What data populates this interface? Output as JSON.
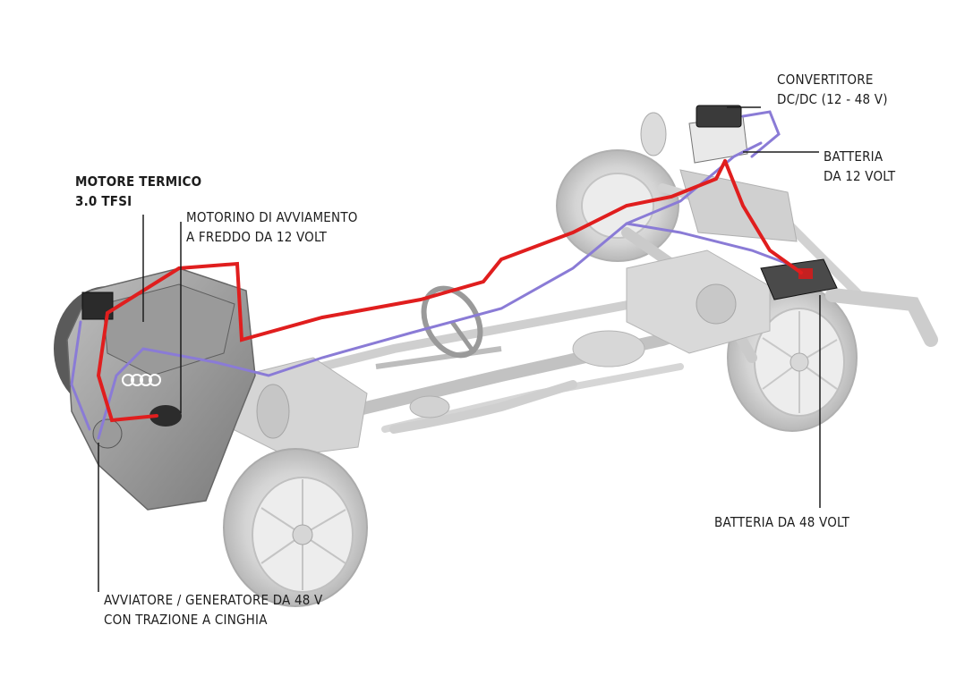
{
  "labels": {
    "engine": {
      "line1": "MOTORE TERMICO",
      "line2": "3.0 TFSI"
    },
    "starter": {
      "line1": "MOTORINO DI AVVIAMENTO",
      "line2": "A FREDDO DA 12 VOLT"
    },
    "converter": {
      "line1": "CONVERTITORE",
      "line2": "DC/DC (12 - 48 V)"
    },
    "battery12": {
      "line1": "BATTERIA",
      "line2": "DA 12 VOLT"
    },
    "battery48": {
      "line1": "BATTERIA DA 48 VOLT"
    },
    "generator": {
      "line1": "AVVIATORE / GENERATORE DA 48 V",
      "line2": "CON TRAZIONE A CINGHIA"
    }
  },
  "colors": {
    "cable_48v": "#e01e1e",
    "cable_12v": "#8a7bd6",
    "chassis": "#c9c9c9",
    "leader_line": "#1d1d1d"
  }
}
